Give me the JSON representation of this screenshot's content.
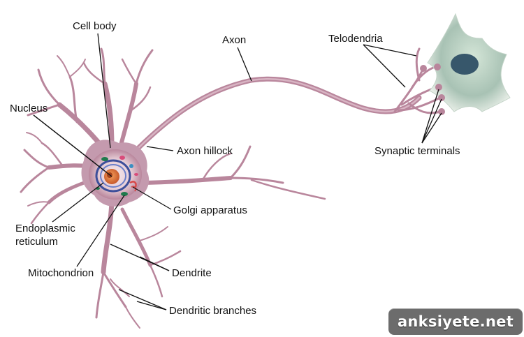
{
  "labels": {
    "cell_body": "Cell body",
    "axon": "Axon",
    "telodendria": "Telodendria",
    "nucleus": "Nucleus",
    "axon_hillock": "Axon hillock",
    "synaptic_terminals": "Synaptic terminals",
    "endoplasmic_line1": "Endoplasmic",
    "endoplasmic_line2": "reticulum",
    "golgi_apparatus": "Golgi apparatus",
    "mitochondrion": "Mitochondrion",
    "dendrite": "Dendrite",
    "dendritic_branches": "Dendritic branches"
  },
  "watermark": {
    "text": "anksiyete.net"
  },
  "colors": {
    "neuron_body": "#b9869c",
    "neuron_edge": "#8c5f73",
    "target_cell": "#9eb5aa",
    "target_nucleus": "#37576b",
    "nucleus": "#e07a3a",
    "watermark_bg": "#6c6c6c"
  }
}
